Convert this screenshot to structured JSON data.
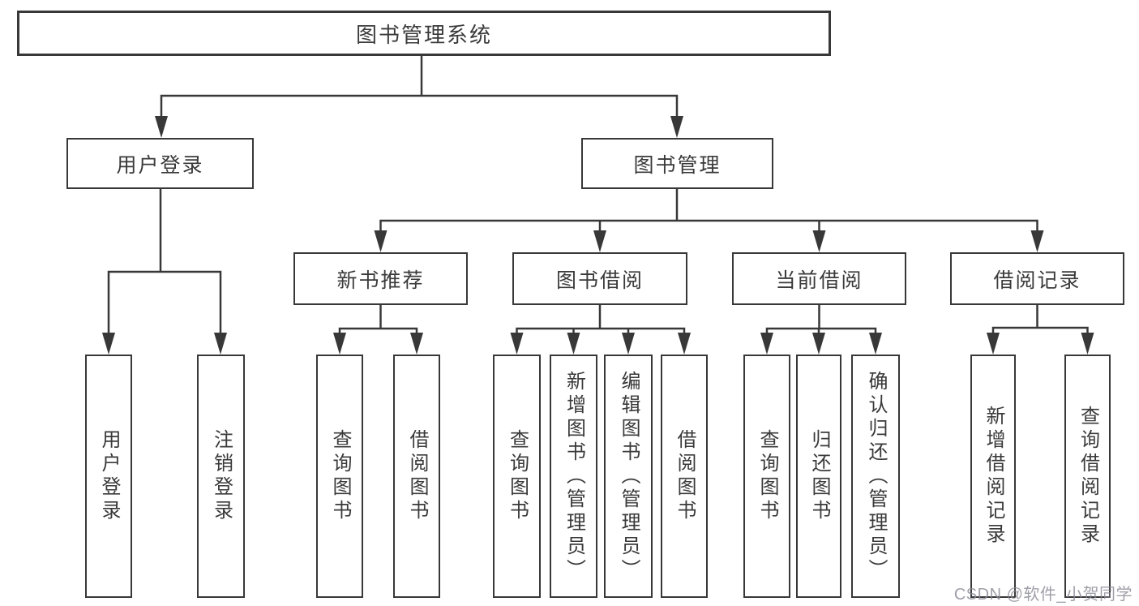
{
  "tree": {
    "root": {
      "label": "图书管理系统"
    },
    "branches": [
      {
        "label": "用户登录",
        "children": [
          {
            "label": "用户登录"
          },
          {
            "label": "注销登录"
          }
        ]
      },
      {
        "label": "图书管理",
        "children": [
          {
            "label": "新书推荐",
            "children": [
              {
                "label": "查询图书"
              },
              {
                "label": "借阅图书"
              }
            ]
          },
          {
            "label": "图书借阅",
            "children": [
              {
                "label": "查询图书"
              },
              {
                "label": "新增图书（管理员）"
              },
              {
                "label": "编辑图书（管理员）"
              },
              {
                "label": "借阅图书"
              }
            ]
          },
          {
            "label": "当前借阅",
            "children": [
              {
                "label": "查询图书"
              },
              {
                "label": "归还图书"
              },
              {
                "label": "确认归还（管理员）"
              }
            ]
          },
          {
            "label": "借阅记录",
            "children": [
              {
                "label": "新增借阅记录"
              },
              {
                "label": "查询借阅记录"
              }
            ]
          }
        ]
      }
    ]
  },
  "watermark": {
    "text": "CSDN @软件_小贺同学"
  },
  "colors": {
    "line": "#383838",
    "box_border": "#383838",
    "text": "#3a3a3a",
    "background": "#ffffff",
    "watermark": "#8a8a96"
  }
}
